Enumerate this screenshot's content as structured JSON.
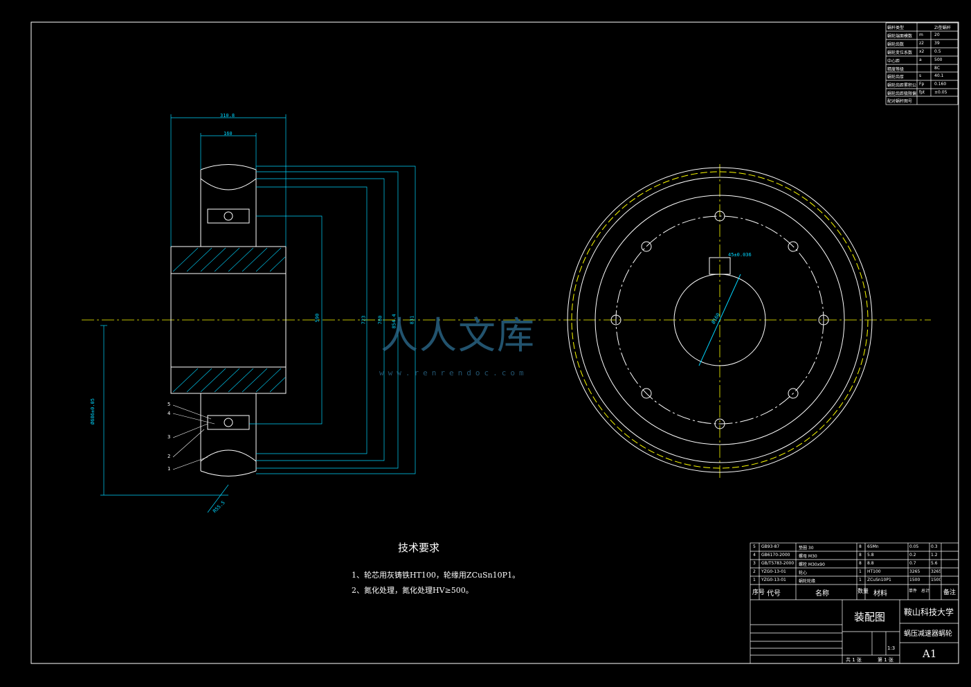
{
  "tech_requirements": {
    "title": "技术要求",
    "line1": "1、轮芯用灰铸铁HT100，轮缘用ZCuSn10P1。",
    "line2": "2、氮化处理，氮化处理HV≥500。"
  },
  "watermark": {
    "text": "人人文库",
    "url": "www.renrendoc.com"
  },
  "title_block": {
    "drawing_name": "装配图",
    "school": "鞍山科技大学",
    "part_name": "蜗压减速器蜗轮",
    "sheet_size": "A1",
    "scale": "1:3",
    "sheet_total": "共 1 张",
    "sheet_no": "第 1 张"
  },
  "bom_header": [
    "序号",
    "代号",
    "名称",
    "数量",
    "材料",
    "单件",
    "总计",
    "备注"
  ],
  "bom_rows": [
    {
      "no": "5",
      "code": "GB93-87",
      "name": "垫圈 30",
      "qty": "8",
      "material": "65Mn",
      "unit": "0.05",
      "total": "0.3"
    },
    {
      "no": "4",
      "code": "GB6170-2000",
      "name": "螺母 M30",
      "qty": "8",
      "material": "5.8",
      "unit": "0.2",
      "total": "1.2"
    },
    {
      "no": "3",
      "code": "GB/T5783-2000",
      "name": "螺栓 M30x90",
      "qty": "8",
      "material": "8.8",
      "unit": "0.7",
      "total": "5.6"
    },
    {
      "no": "2",
      "code": "YZG0-13-01",
      "name": "轮心",
      "qty": "1",
      "material": "HT100",
      "unit": "3265",
      "total": "3265"
    },
    {
      "no": "1",
      "code": "YZG0-13-01",
      "name": "蜗轮轮缘",
      "qty": "1",
      "material": "ZCuSn10P1",
      "unit": "1500",
      "total": "1500"
    }
  ],
  "params_table": [
    {
      "label": "蜗杆类型",
      "sym": "",
      "val": "ZI型蜗杆"
    },
    {
      "label": "蜗轮端面模数",
      "sym": "m",
      "val": "20"
    },
    {
      "label": "蜗轮齿数",
      "sym": "z2",
      "val": "39"
    },
    {
      "label": "蜗轮变位系数",
      "sym": "x2",
      "val": "0.5"
    },
    {
      "label": "中心距",
      "sym": "a",
      "val": "500"
    },
    {
      "label": "精度等级",
      "sym": "",
      "val": "8C"
    },
    {
      "label": "蜗轮齿厚",
      "sym": "s",
      "val": "40.1"
    },
    {
      "label": "蜗轮齿距累积公差",
      "sym": "Fp",
      "val": "0.160"
    },
    {
      "label": "蜗轮齿距极限偏差",
      "sym": "fpt",
      "val": "±0.05"
    },
    {
      "label": "配对蜗杆图号",
      "sym": "",
      "val": ""
    }
  ],
  "dimensions": {
    "hub_width": "310.8",
    "rim_width": "160",
    "d1": "590",
    "d2": "723",
    "d3": "780",
    "d4": "854.4",
    "d5": "831",
    "key": "45±0.036",
    "bore": "Ø160",
    "bolt_circle": "Ø686±0.05",
    "angle": "R55.5"
  },
  "balloons": [
    "5",
    "4",
    "3",
    "2",
    "1"
  ],
  "colors": {
    "line": "#ffffff",
    "dim": "#00d6ff",
    "hidden": "#ffff00",
    "watermark": "#2e6f93"
  }
}
